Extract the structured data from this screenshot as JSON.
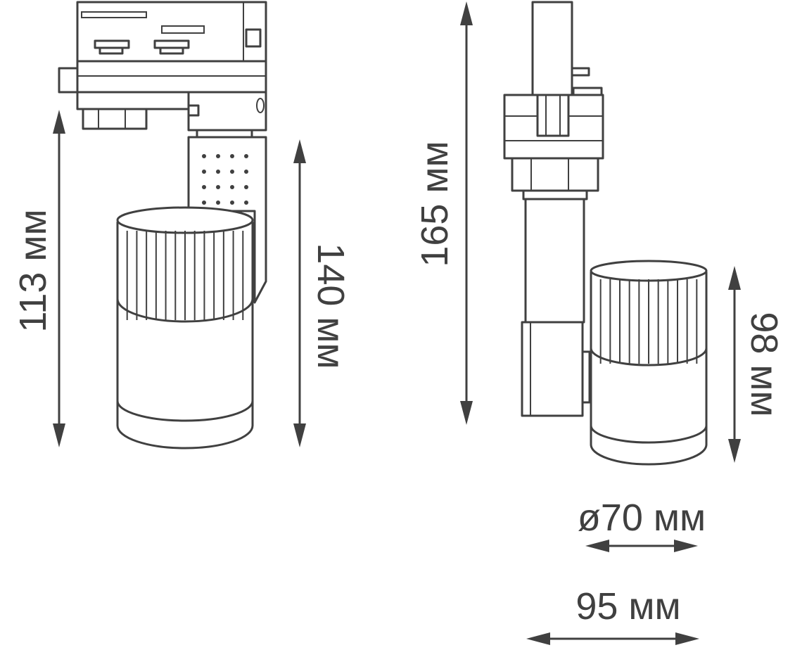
{
  "dimensions": {
    "height_body": "113 мм",
    "height_total": "140 мм",
    "height_side": "165 мм",
    "height_head": "98 мм",
    "diameter": "ø70 мм",
    "width": "95 мм"
  },
  "colors": {
    "line": "#404040",
    "background": "#ffffff"
  }
}
